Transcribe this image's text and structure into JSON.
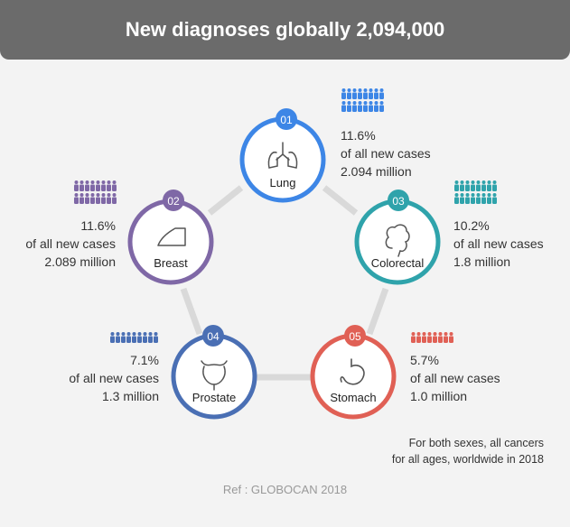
{
  "header": {
    "title": "New diagnoses globally 2,094,000"
  },
  "colors": {
    "lung": "#3d86e6",
    "breast": "#7f68a6",
    "colorectal": "#2fa3ab",
    "prostate": "#4a6fb4",
    "stomach": "#e06055",
    "connector": "#d9d9d9"
  },
  "nodes": [
    {
      "num": "01",
      "label": "Lung",
      "pct": "11.6%",
      "of": "of all new cases",
      "count": "2.094 million",
      "icon": "lungs-icon"
    },
    {
      "num": "02",
      "label": "Breast",
      "pct": "11.6%",
      "of": "of all new cases",
      "count": "2.089 million",
      "icon": "breast-icon"
    },
    {
      "num": "03",
      "label": "Colorectal",
      "pct": "10.2%",
      "of": "of all new cases",
      "count": "1.8 million",
      "icon": "colon-icon"
    },
    {
      "num": "04",
      "label": "Prostate",
      "pct": "7.1%",
      "of": "of all new cases",
      "count": "1.3 million",
      "icon": "prostate-icon"
    },
    {
      "num": "05",
      "label": "Stomach",
      "pct": "5.7%",
      "of": "of all new cases",
      "count": "1.0 million",
      "icon": "stomach-icon"
    }
  ],
  "note": {
    "line1": "For both sexes, all cancers",
    "line2": "for all ages, worldwide in 2018"
  },
  "ref": "Ref : GLOBOCAN 2018"
}
